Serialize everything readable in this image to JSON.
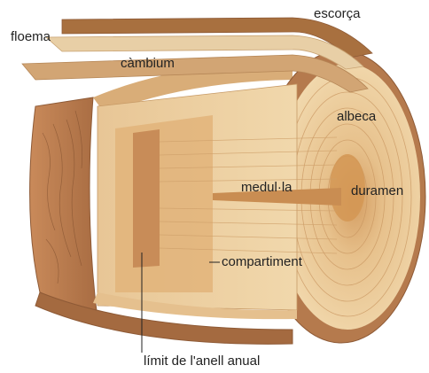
{
  "labels": {
    "escorca": "escorça",
    "floema": "floema",
    "cambium": "càmbium",
    "albeca": "albeca",
    "medulla": "medul·la",
    "duramen": "duramen",
    "compartiment": "compartiment",
    "limit": "límit de l'anell anual"
  },
  "colors": {
    "bark": "#b0744a",
    "phloem": "#d9b48a",
    "cambium": "#e6c9a0",
    "wood_light": "#efd4a6",
    "wood_mid": "#e2b984",
    "heartwood": "#d9a66c",
    "bark_dark": "#8e5a36"
  }
}
